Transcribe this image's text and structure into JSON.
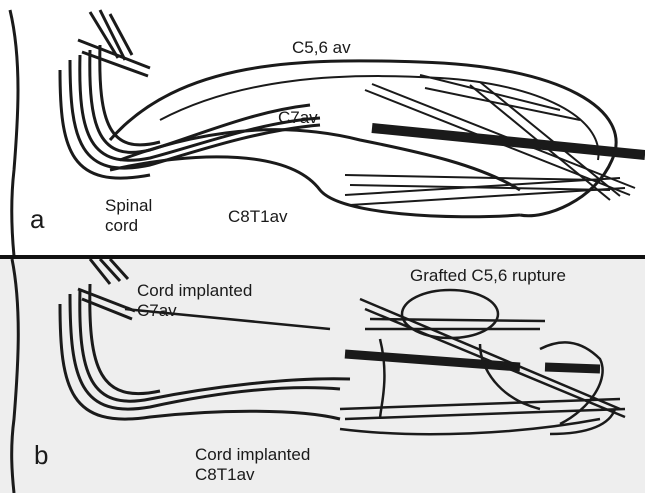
{
  "panel_a": {
    "letter": "a",
    "labels": {
      "c56": "C5,6 av",
      "c7": "C7av",
      "spinal": "Spinal\ncord",
      "c8t1": "C8T1av"
    }
  },
  "panel_b": {
    "letter": "b",
    "labels": {
      "grafted": "Grafted C5,6 rupture",
      "cord_c7": "Cord implanted\nC7av",
      "cord_c8t1": "Cord implanted\nC8T1av"
    }
  },
  "colors": {
    "ink": "#1a1a1a",
    "panel_a_bg": "#ffffff",
    "panel_b_bg": "#eeeeee"
  }
}
